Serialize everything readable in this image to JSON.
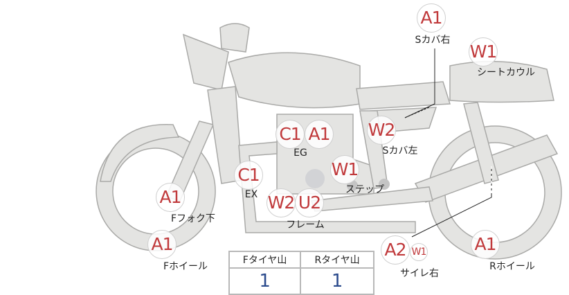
{
  "badges": [
    {
      "code": "A1",
      "label": "Sカバ右"
    },
    {
      "code": "W1",
      "label": "シートカウル"
    },
    {
      "code": "C1"
    },
    {
      "code": "A1",
      "label": "EG"
    },
    {
      "code": "W2",
      "label": "Sカバ左"
    },
    {
      "code": "W1",
      "label": "ステップ"
    },
    {
      "code": "C1",
      "label": "EX"
    },
    {
      "code": "A1",
      "label": "Fフォク下"
    },
    {
      "code": "W2"
    },
    {
      "code": "U2",
      "label": "フレーム"
    },
    {
      "code": "A1",
      "label": "Fホイール"
    },
    {
      "code": "A2",
      "label": "サイレ右"
    },
    {
      "code": "W1"
    },
    {
      "code": "A1",
      "label": "Rホイール"
    }
  ],
  "tire_table": {
    "headers": [
      "Fタイヤ山",
      "Rタイヤ山"
    ],
    "values": [
      "1",
      "1"
    ]
  }
}
